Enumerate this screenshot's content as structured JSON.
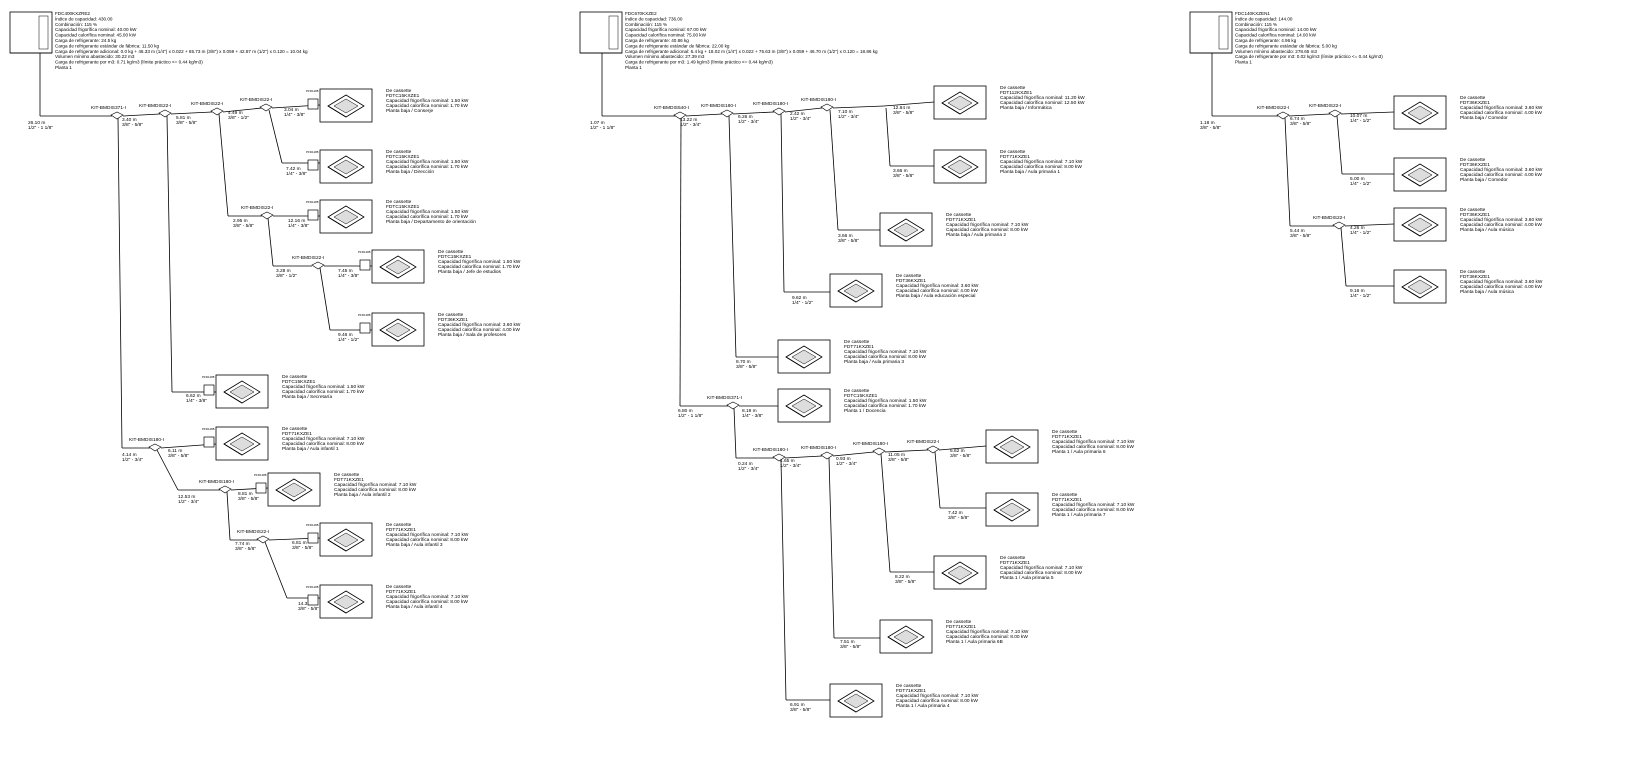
{
  "systems": [
    {
      "outdoor": {
        "lines": [
          "FDC400KXZRE2",
          "Índice de capacidad: 430.00",
          "Combinación: 115 %",
          "Capacidad frigorífica nominal: 40.00 kW",
          "Capacidad calorífica nominal: 45.00 kW",
          "Carga de refrigerante: 24.5 kg",
          "Carga de refrigerante estándar de fábrica: 11.50 kg",
          "Carga de refrigerante adicional: 0.0 kg + 46.33 m (1/4\") x 0.022 + 65.73 m (3/8\") x 0.059 + 42.87 m (1/2\") x 0.120 = 10.04 kg",
          "Volumen mínimo abastecido: 30.22 m3",
          "Carga de refrigerante por m3: 0.71 kg/m3 (límite práctico <= 0.44 kg/m3)",
          "Planta 1"
        ]
      },
      "kits": [
        "KIT-BMDIS371-I",
        "KIT-BMDIS22-I",
        "KIT-BMDIS22-I",
        "KIT-BMDIS22-I",
        "KIT-BMDIS22-I",
        "KIT-BMDIS180-I",
        "KIT-BMDIS180-I",
        "KIT-BMDIS22-I"
      ],
      "pipes": [
        {
          "len": "26.10 m",
          "dia": "1/2\" - 1 1/8\""
        },
        {
          "len": "3.40 m",
          "dia": "3/8\" - 5/8\""
        },
        {
          "len": "5.81 m",
          "dia": "3/8\" - 5/8\""
        },
        {
          "len": "4.49 m",
          "dia": "3/8\" - 1/2\""
        },
        {
          "len": "3.04 m",
          "dia": "1/4\" - 3/8\""
        },
        {
          "len": "7.42 m",
          "dia": "1/4\" - 3/8\""
        },
        {
          "len": "2.95 m",
          "dia": "3/8\" - 5/8\""
        },
        {
          "len": "12.16 m",
          "dia": "1/4\" - 3/8\""
        },
        {
          "len": "3.28 m",
          "dia": "3/8\" - 1/2\""
        },
        {
          "len": "7.45 m",
          "dia": "1/4\" - 3/8\""
        },
        {
          "len": "9.46 m",
          "dia": "1/4\" - 1/2\""
        },
        {
          "len": "6.62 m",
          "dia": "1/4\" - 3/8\""
        },
        {
          "len": "4.14 m",
          "dia": "1/2\" - 3/4\""
        },
        {
          "len": "6.11 m",
          "dia": "3/8\" - 5/8\""
        },
        {
          "len": "12.53 m",
          "dia": "1/2\" - 3/4\""
        },
        {
          "len": "8.81 m",
          "dia": "3/8\" - 5/8\""
        },
        {
          "len": "7.74 m",
          "dia": "3/8\" - 5/8\""
        },
        {
          "len": "6.81 m",
          "dia": "3/8\" - 5/8\""
        },
        {
          "len": "14.31 m",
          "dia": "3/8\" - 5/8\""
        }
      ],
      "units": [
        {
          "type": "De cassette",
          "model": "FDTC15KXZE1",
          "cool": "Capacidad frigorífica nominal: 1.50 kW",
          "heat": "Capacidad calorífica nominal: 1.70 kW",
          "place": "Planta baja / Conserje"
        },
        {
          "type": "De cassette",
          "model": "FDTC15KXZE1",
          "cool": "Capacidad frigorífica nominal: 1.50 kW",
          "heat": "Capacidad calorífica nominal: 1.70 kW",
          "place": "Planta baja / Dirección"
        },
        {
          "type": "De cassette",
          "model": "FDTC15KXZE1",
          "cool": "Capacidad frigorífica nominal: 1.50 kW",
          "heat": "Capacidad calorífica nominal: 1.70 kW",
          "place": "Planta baja / Departamento de orientación"
        },
        {
          "type": "De cassette",
          "model": "FDTC15KXZE1",
          "cool": "Capacidad frigorífica nominal: 1.50 kW",
          "heat": "Capacidad calorífica nominal: 1.70 kW",
          "place": "Planta baja / Jefe de estudios"
        },
        {
          "type": "De cassette",
          "model": "FDT36KXZE1",
          "cool": "Capacidad frigorífica nominal: 3.60 kW",
          "heat": "Capacidad calorífica nominal: 4.00 kW",
          "place": "Planta baja / Sala de profesores"
        },
        {
          "type": "De cassette",
          "model": "FDTC15KXZE1",
          "cool": "Capacidad frigorífica nominal: 1.50 kW",
          "heat": "Capacidad calorífica nominal: 1.70 kW",
          "place": "Planta baja / Secretaría"
        },
        {
          "type": "De cassette",
          "model": "FDT71KXZE1",
          "cool": "Capacidad frigorífica nominal: 7.10 kW",
          "heat": "Capacidad calorífica nominal: 8.00 kW",
          "place": "Planta baja / Aula infantil 1"
        },
        {
          "type": "De cassette",
          "model": "FDT71KXZE1",
          "cool": "Capacidad frigorífica nominal: 7.10 kW",
          "heat": "Capacidad calorífica nominal: 8.00 kW",
          "place": "Planta baja / Aula infantil 2"
        },
        {
          "type": "De cassette",
          "model": "FDT71KXZE1",
          "cool": "Capacidad frigorífica nominal: 7.10 kW",
          "heat": "Capacidad calorífica nominal: 8.00 kW",
          "place": "Planta baja / Aula infantil 3"
        },
        {
          "type": "De cassette",
          "model": "FDT71KXZE1",
          "cool": "Capacidad frigorífica nominal: 7.10 kW",
          "heat": "Capacidad calorífica nominal: 8.00 kW",
          "place": "Planta baja / Aula infantil 4"
        }
      ]
    },
    {
      "outdoor": {
        "lines": [
          "FDC670KXZE2",
          "Índice de capacidad: 736.00",
          "Combinación: 115 %",
          "Capacidad frigorífica nominal: 67.00 kW",
          "Capacidad calorífica nominal: 75.00 kW",
          "Carga de refrigerante: 40.86 kg",
          "Carga de refrigerante estándar de fábrica: 22.00 kg",
          "Carga de refrigerante adicional: 6.4 kg + 18.02 m (1/4\") x 0.022 + 75.63 m (3/8\") x 0.059 + 46.70 m (1/2\") x 0.120 = 18.86 kg",
          "Volumen mínimo abastecido: 27.39 m3",
          "Carga de refrigerante por m3: 1.49 kg/m3 (límite práctico <= 0.44 kg/m3)",
          "Planta 1"
        ]
      },
      "kits": [
        "KIT-BMDIS540-I",
        "KIT-BMDIS180-I",
        "KIT-BMDIS180-I",
        "KIT-BMDIS180-I",
        "KIT-BMDIS371-I",
        "KIT-BMDIS180-I",
        "KIT-BMDIS180-I",
        "KIT-BMDIS180-I",
        "KIT-BMDIS22-I"
      ],
      "pipes": [
        {
          "len": "1.07 m",
          "dia": "1/2\" - 1 1/8\""
        },
        {
          "len": "13.22 m",
          "dia": "1/2\" - 3/4\""
        },
        {
          "len": "6.26 m",
          "dia": "1/2\" - 3/4\""
        },
        {
          "len": "2.42 m",
          "dia": "1/2\" - 3/4\""
        },
        {
          "len": "7.10 m",
          "dia": "1/2\" - 3/4\""
        },
        {
          "len": "12.84 m",
          "dia": "3/8\" - 5/8\""
        },
        {
          "len": "3.66 m",
          "dia": "3/8\" - 5/8\""
        },
        {
          "len": "3.66 m",
          "dia": "3/8\" - 5/8\""
        },
        {
          "len": "9.62 m",
          "dia": "1/4\" - 1/2\""
        },
        {
          "len": "8.70 m",
          "dia": "3/8\" - 5/8\""
        },
        {
          "len": "6.80 m",
          "dia": "1/2\" - 1 1/8\""
        },
        {
          "len": "8.19 m",
          "dia": "1/4\" - 3/8\""
        },
        {
          "len": "0.24 m",
          "dia": "1/2\" - 3/4\""
        },
        {
          "len": "1.65 m",
          "dia": "1/2\" - 3/4\""
        },
        {
          "len": "0.93 m",
          "dia": "1/2\" - 3/4\""
        },
        {
          "len": "11.05 m",
          "dia": "3/8\" - 5/8\""
        },
        {
          "len": "5.62 m",
          "dia": "3/8\" - 5/8\""
        },
        {
          "len": "7.42 m",
          "dia": "3/8\" - 5/8\""
        },
        {
          "len": "8.22 m",
          "dia": "3/8\" - 5/8\""
        },
        {
          "len": "7.51 m",
          "dia": "3/8\" - 5/8\""
        },
        {
          "len": "6.91 m",
          "dia": "3/8\" - 5/8\""
        }
      ],
      "units": [
        {
          "type": "De cassette",
          "model": "FDT112KXZE1",
          "cool": "Capacidad frigorífica nominal: 11.20 kW",
          "heat": "Capacidad calorífica nominal: 12.50 kW",
          "place": "Planta baja / Informática"
        },
        {
          "type": "De cassette",
          "model": "FDT71KXZE1",
          "cool": "Capacidad frigorífica nominal: 7.10 kW",
          "heat": "Capacidad calorífica nominal: 8.00 kW",
          "place": "Planta baja / Aula primaria 1"
        },
        {
          "type": "De cassette",
          "model": "FDT71KXZE1",
          "cool": "Capacidad frigorífica nominal: 7.10 kW",
          "heat": "Capacidad calorífica nominal: 8.00 kW",
          "place": "Planta baja / Aula primaria 2"
        },
        {
          "type": "De cassette",
          "model": "FDT36KXZE1",
          "cool": "Capacidad frigorífica nominal: 3.60 kW",
          "heat": "Capacidad calorífica nominal: 4.00 kW",
          "place": "Planta baja / Aula educación especial"
        },
        {
          "type": "De cassette",
          "model": "FDT71KXZE1",
          "cool": "Capacidad frigorífica nominal: 7.10 kW",
          "heat": "Capacidad calorífica nominal: 8.00 kW",
          "place": "Planta baja / Aula primaria 3"
        },
        {
          "type": "De cassette",
          "model": "FDTC15KXZE1",
          "cool": "Capacidad frigorífica nominal: 1.50 kW",
          "heat": "Capacidad calorífica nominal: 1.70 kW",
          "place": "Planta 1 / Docencia"
        },
        {
          "type": "De cassette",
          "model": "FDT71KXZE1",
          "cool": "Capacidad frigorífica nominal: 7.10 kW",
          "heat": "Capacidad calorífica nominal: 8.00 kW",
          "place": "Planta 1 / Aula primaria 6"
        },
        {
          "type": "De cassette",
          "model": "FDT71KXZE1",
          "cool": "Capacidad frigorífica nominal: 7.10 kW",
          "heat": "Capacidad calorífica nominal: 8.00 kW",
          "place": "Planta 1 / Aula primaria 7"
        },
        {
          "type": "De cassette",
          "model": "FDT71KXZE1",
          "cool": "Capacidad frigorífica nominal: 7.10 kW",
          "heat": "Capacidad calorífica nominal: 8.00 kW",
          "place": "Planta 1 / Aula primaria 5"
        },
        {
          "type": "De cassette",
          "model": "FDT71KXZE1",
          "cool": "Capacidad frigorífica nominal: 7.10 kW",
          "heat": "Capacidad calorífica nominal: 8.00 kW",
          "place": "Planta 1 / Aula primaria 6B"
        },
        {
          "type": "De cassette",
          "model": "FDT71KXZE1",
          "cool": "Capacidad frigorífica nominal: 7.10 kW",
          "heat": "Capacidad calorífica nominal: 8.00 kW",
          "place": "Planta 1 / Aula primaria 4"
        }
      ]
    },
    {
      "outdoor": {
        "lines": [
          "FDC140KXZEN1",
          "Índice de capacidad: 144.00",
          "Combinación: 115 %",
          "Capacidad frigorífica nominal: 14.00 kW",
          "Capacidad calorífica nominal: 14.00 kW",
          "Carga de refrigerante: 4.96 kg",
          "Carga de refrigerante estándar de fábrica: 5.00 kg",
          "Volumen mínimo abastecido: 278.65 m3",
          "Carga de refrigerante por m3: 0.02 kg/m3 (límite práctico <= 0.44 kg/m3)",
          "Planta 1"
        ]
      },
      "kits": [
        "KIT-BMDIS22-I",
        "KIT-BMDIS22-I",
        "KIT-BMDIS22-I"
      ],
      "pipes": [
        {
          "len": "1.18 m",
          "dia": "3/8\" - 5/8\""
        },
        {
          "len": "6.74 m",
          "dia": "3/8\" - 5/8\""
        },
        {
          "len": "10.07 m",
          "dia": "1/4\" - 1/2\""
        },
        {
          "len": "5.00 m",
          "dia": "1/4\" - 1/2\""
        },
        {
          "len": "5.44 m",
          "dia": "3/8\" - 5/8\""
        },
        {
          "len": "4.26 m",
          "dia": "1/4\" - 1/2\""
        },
        {
          "len": "9.16 m",
          "dia": "1/4\" - 1/2\""
        }
      ],
      "units": [
        {
          "type": "De cassette",
          "model": "FDT36KXZE1",
          "cool": "Capacidad frigorífica nominal: 3.60 kW",
          "heat": "Capacidad calorífica nominal: 4.00 kW",
          "place": "Planta baja / Comedor"
        },
        {
          "type": "De cassette",
          "model": "FDT36KXZE1",
          "cool": "Capacidad frigorífica nominal: 3.60 kW",
          "heat": "Capacidad calorífica nominal: 4.00 kW",
          "place": "Planta baja / Comedor"
        },
        {
          "type": "De cassette",
          "model": "FDT36KXZE1",
          "cool": "Capacidad frigorífica nominal: 3.60 kW",
          "heat": "Capacidad calorífica nominal: 4.00 kW",
          "place": "Planta baja / Aula música"
        },
        {
          "type": "De cassette",
          "model": "FDT36KXZE1",
          "cool": "Capacidad frigorífica nominal: 3.60 kW",
          "heat": "Capacidad calorífica nominal: 4.00 kW",
          "place": "Planta baja / Aula música"
        }
      ]
    }
  ],
  "small_box_label": "PFD1188",
  "icons": {
    "outdoor": "outdoor-unit-icon",
    "cassette": "cassette-unit-icon",
    "controller": "controller-icon",
    "joint": "branch-joint-icon"
  }
}
